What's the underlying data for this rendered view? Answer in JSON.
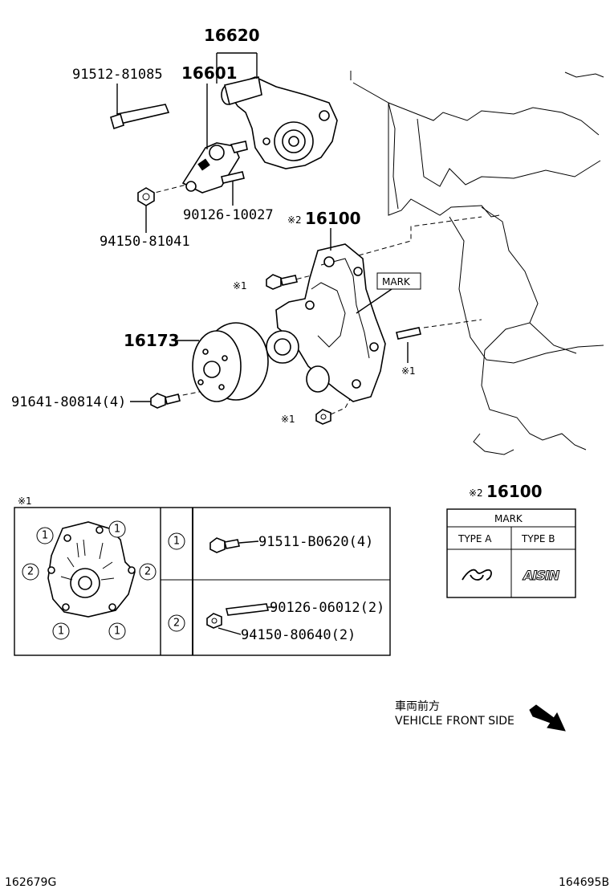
{
  "parts": {
    "p16620": "16620",
    "p91512": "91512-81085",
    "p16601": "16601",
    "p90126a": "90126-10027",
    "p94150a": "94150-81041",
    "p16100": "16100",
    "p16173": "16173",
    "p91641": "91641-80814(4)",
    "mark_label": "MARK"
  },
  "refs": {
    "ref1": "※1",
    "ref2": "※2"
  },
  "detail": {
    "ref": "※1",
    "row1_num": "1",
    "row1_part": "91511-B0620(4)",
    "row2_num": "2",
    "row2_part_a": "90126-06012(2)",
    "row2_part_b": "94150-80640(2)"
  },
  "mark_table": {
    "ref": "※2",
    "part": "16100",
    "header": "MARK",
    "col_a": "TYPE A",
    "col_b": "TYPE B",
    "logo_b": "AISIN"
  },
  "direction": {
    "jp": "車両前方",
    "en": "VEHICLE FRONT SIDE"
  },
  "footer": {
    "left_id": "162679G",
    "right_id": "164695B"
  }
}
